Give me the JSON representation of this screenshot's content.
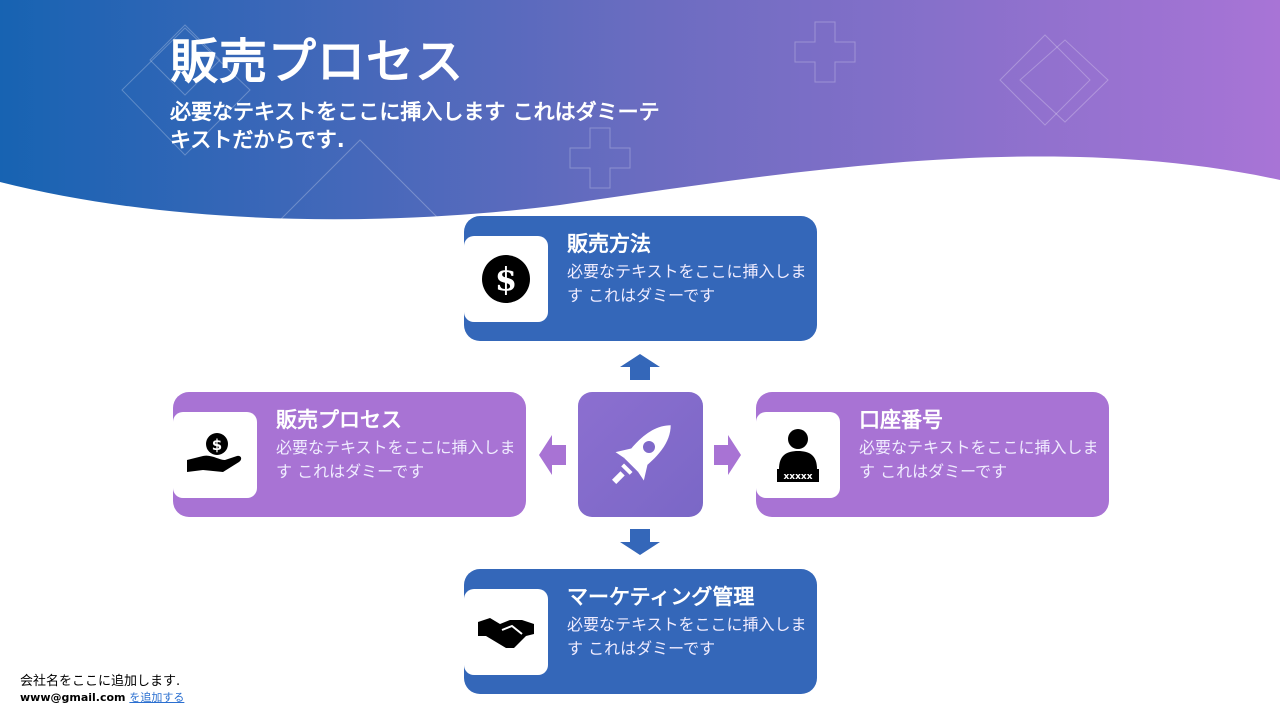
{
  "header": {
    "title": "販売プロセス",
    "subtitle": "必要なテキストをここに挿入します これはダミーテキストだからです."
  },
  "center": {
    "icon": "rocket-icon"
  },
  "cards": [
    {
      "title": "販売方法",
      "desc": "必要なテキストをここに挿入します これはダミーです",
      "icon": "dollar-coin-icon"
    },
    {
      "title": "販売プロセス",
      "desc": "必要なテキストをここに挿入します これはダミーです",
      "icon": "hand-coin-icon"
    },
    {
      "title": "口座番号",
      "desc": "必要なテキストをここに挿入します これはダミーです",
      "icon": "person-account-icon"
    },
    {
      "title": "マーケティング管理",
      "desc": "必要なテキストをここに挿入します これはダミーです",
      "icon": "handshake-icon"
    }
  ],
  "footer": {
    "company": "会社名をここに追加します.",
    "email": "www@gmail.com",
    "link": "を追加する"
  },
  "colors": {
    "blue": "#3467b9",
    "purple": "#a873d4"
  }
}
